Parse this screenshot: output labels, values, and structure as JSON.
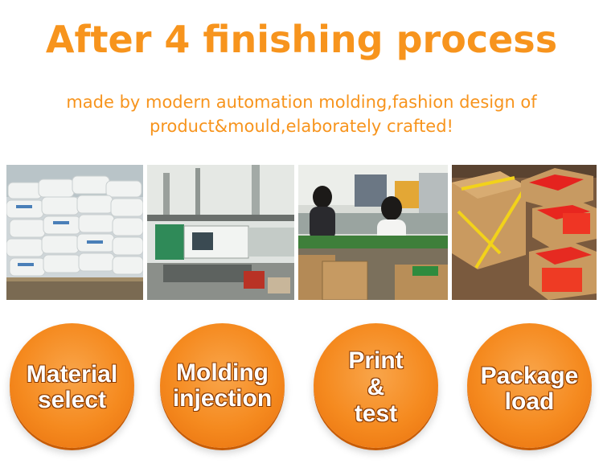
{
  "header": {
    "title": "After 4 finishing process",
    "subtitle_line1": "made by modern automation molding,fashion design of",
    "subtitle_line2": "product&mould,elaborately crafted!"
  },
  "photos": [
    {
      "subject": "stacked material sacks"
    },
    {
      "subject": "injection molding machine"
    },
    {
      "subject": "workers printing and testing"
    },
    {
      "subject": "packed red products in cartons"
    }
  ],
  "steps": [
    {
      "line1": "Material",
      "line2": "select"
    },
    {
      "line1": "Molding",
      "line2": "injection"
    },
    {
      "line1": "Print",
      "line2": "&",
      "line3": "test"
    },
    {
      "line1": "Package",
      "line2": "load"
    }
  ],
  "colors": {
    "accent": "#f7941d",
    "circle": "#f58a1f"
  }
}
